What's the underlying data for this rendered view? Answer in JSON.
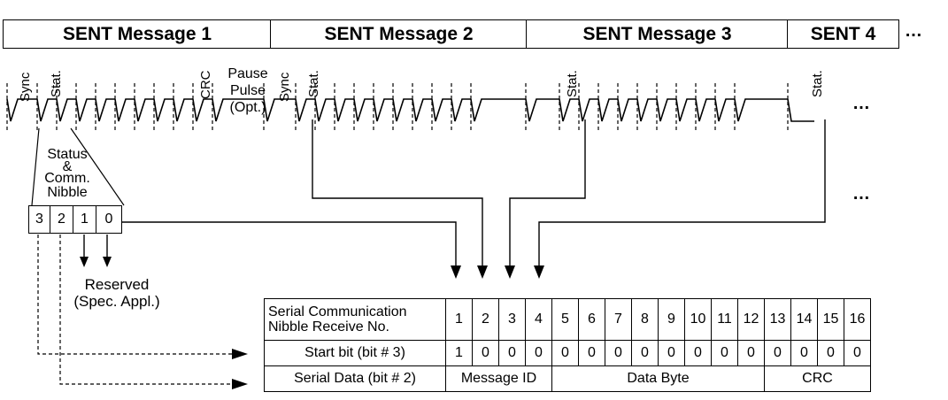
{
  "messages": [
    {
      "label": "SENT Message 1"
    },
    {
      "label": "SENT Message 2"
    },
    {
      "label": "SENT Message 3"
    },
    {
      "label": "SENT 4"
    }
  ],
  "ellipsis": "…",
  "waveform_labels": {
    "sync": "Sync",
    "stat": "Stat.",
    "crc": "CRC",
    "pause_line1": "Pause",
    "pause_line2": "Pulse",
    "pause_line3": "(Opt.)"
  },
  "nibble": {
    "title_lines": [
      "Status",
      "&",
      "Comm.",
      "Nibble"
    ],
    "bits": [
      "3",
      "2",
      "1",
      "0"
    ]
  },
  "reserved": {
    "line1": "Reserved",
    "line2": "(Spec. Appl.)"
  },
  "table": {
    "row1_header_line1": "Serial Communication",
    "row1_header_line2": "Nibble Receive No.",
    "numbers": [
      "1",
      "2",
      "3",
      "4",
      "5",
      "6",
      "7",
      "8",
      "9",
      "10",
      "11",
      "12",
      "13",
      "14",
      "15",
      "16"
    ],
    "row2_header": "Start bit (bit # 3)",
    "start_bits": [
      "1",
      "0",
      "0",
      "0",
      "0",
      "0",
      "0",
      "0",
      "0",
      "0",
      "0",
      "0",
      "0",
      "0",
      "0",
      "0"
    ],
    "row3_header": "Serial Data (bit # 2)",
    "fields": [
      {
        "label": "Message ID",
        "span": 4
      },
      {
        "label": "Data Byte",
        "span": 8
      },
      {
        "label": "CRC",
        "span": 4
      }
    ]
  }
}
